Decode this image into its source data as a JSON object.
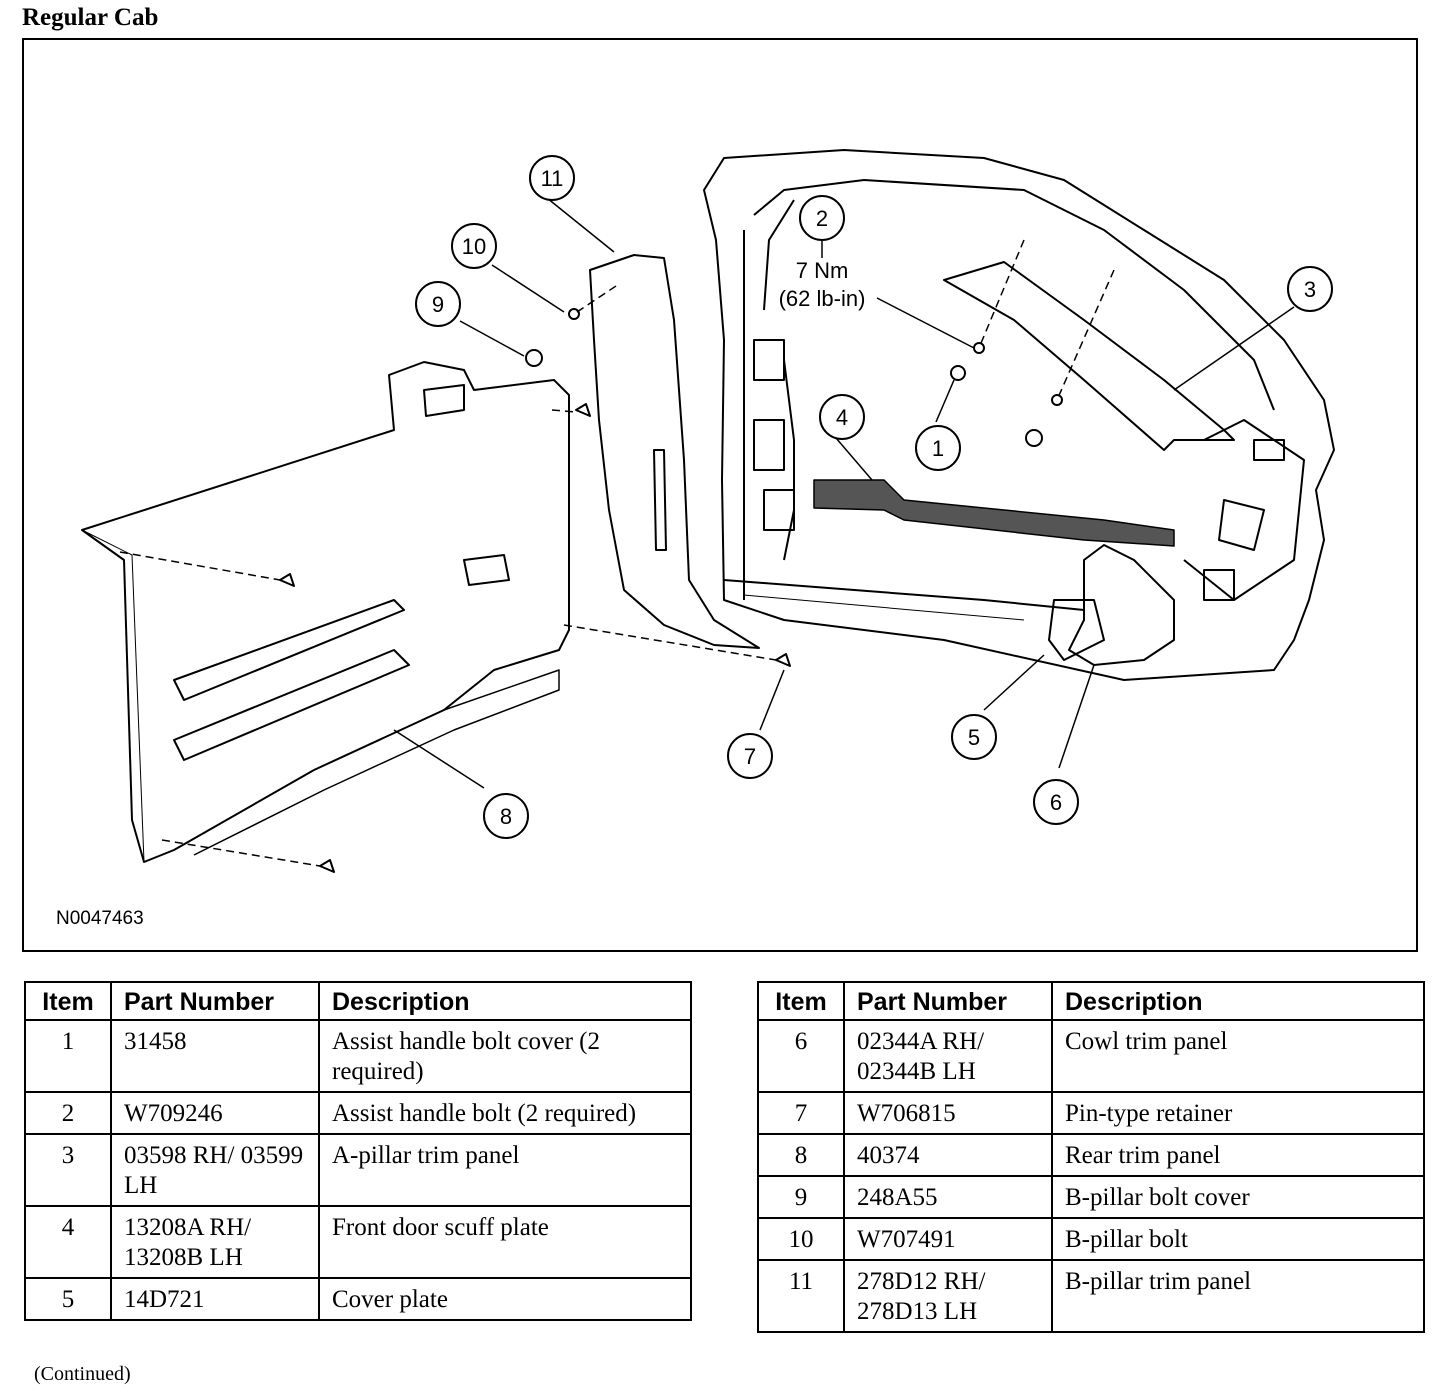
{
  "title": "Regular Cab",
  "figure": {
    "id": "N0047463",
    "torque_line1": "7 Nm",
    "torque_line2": "(62 lb-in)",
    "callouts": [
      "1",
      "2",
      "3",
      "4",
      "5",
      "6",
      "7",
      "8",
      "9",
      "10",
      "11"
    ]
  },
  "table": {
    "headers": {
      "item": "Item",
      "part_number": "Part Number",
      "description": "Description"
    },
    "left_rows": [
      {
        "item": "1",
        "part_number": "31458",
        "description": "Assist handle bolt cover (2 required)"
      },
      {
        "item": "2",
        "part_number": "W709246",
        "description": "Assist handle bolt (2 required)"
      },
      {
        "item": "3",
        "part_number": "03598 RH/ 03599 LH",
        "description": "A-pillar trim panel"
      },
      {
        "item": "4",
        "part_number": "13208A RH/ 13208B LH",
        "description": "Front door scuff plate"
      },
      {
        "item": "5",
        "part_number": "14D721",
        "description": "Cover plate"
      }
    ],
    "right_rows": [
      {
        "item": "6",
        "part_number": "02344A RH/ 02344B LH",
        "description": "Cowl trim panel"
      },
      {
        "item": "7",
        "part_number": "W706815",
        "description": "Pin-type retainer"
      },
      {
        "item": "8",
        "part_number": "40374",
        "description": "Rear trim panel"
      },
      {
        "item": "9",
        "part_number": "248A55",
        "description": "B-pillar bolt cover"
      },
      {
        "item": "10",
        "part_number": "W707491",
        "description": "B-pillar bolt"
      },
      {
        "item": "11",
        "part_number": "278D12 RH/ 278D13 LH",
        "description": "B-pillar trim panel"
      }
    ]
  },
  "footer": {
    "continued": "(Continued)"
  }
}
